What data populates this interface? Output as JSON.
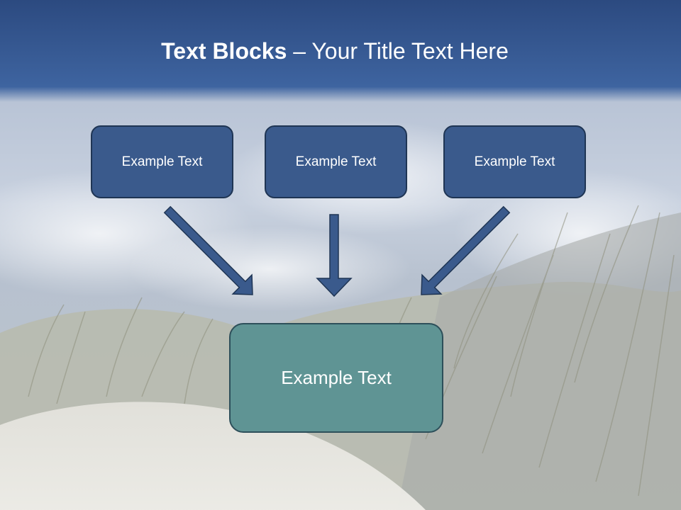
{
  "title": {
    "bold": "Text Blocks",
    "separator": " – ",
    "rest": "Your Title Text Here"
  },
  "top_boxes": [
    {
      "label": "Example Text"
    },
    {
      "label": "Example Text"
    },
    {
      "label": "Example Text"
    }
  ],
  "bottom_box": {
    "label": "Example Text"
  },
  "colors": {
    "top_box_fill": "#3a5a8c",
    "bottom_box_fill": "#5f9494",
    "arrow_fill": "#3a5a8c",
    "header_blue": "#34568f"
  }
}
